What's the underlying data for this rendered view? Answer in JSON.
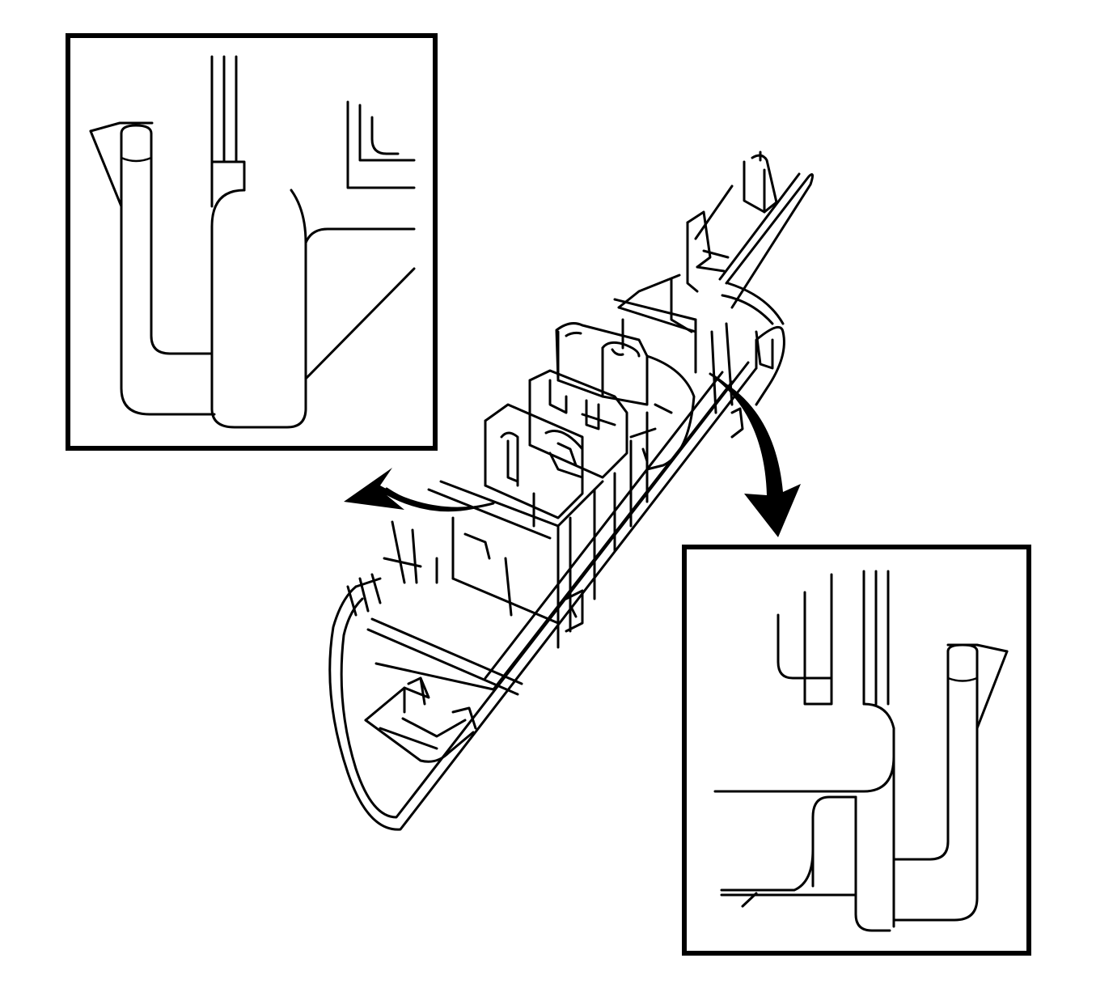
{
  "diagram": {
    "background": "#ffffff",
    "ink": "#000000",
    "parts": [
      "switch-bezel",
      "inset-detail-left",
      "inset-detail-right",
      "callout-arrow-left",
      "callout-arrow-right"
    ]
  }
}
